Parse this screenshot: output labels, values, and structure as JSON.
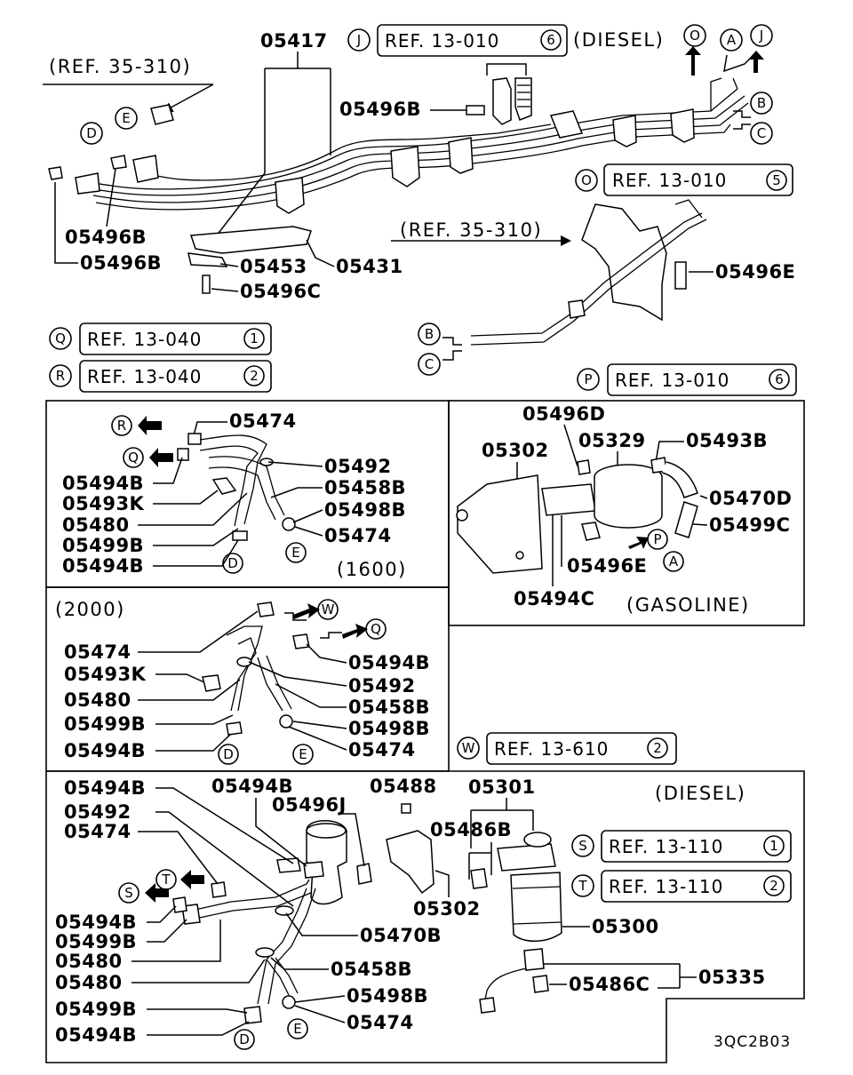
{
  "diagram": {
    "code": "3QC2B03",
    "refs": {
      "top_diesel": {
        "letter": "J",
        "text": "REF. 13-010",
        "num": "6",
        "suffix": "(DIESEL)"
      },
      "o": {
        "letter": "O",
        "text": "REF. 13-010",
        "num": "5"
      },
      "q": {
        "letter": "Q",
        "text": "REF. 13-040",
        "num": "1"
      },
      "r": {
        "letter": "R",
        "text": "REF. 13-040",
        "num": "2"
      },
      "p": {
        "letter": "P",
        "text": "REF. 13-010",
        "num": "6"
      },
      "w": {
        "letter": "W",
        "text": "REF. 13-610",
        "num": "2"
      },
      "s": {
        "letter": "S",
        "text": "REF. 13-110",
        "num": "1"
      },
      "t": {
        "letter": "T",
        "text": "REF. 13-110",
        "num": "2"
      },
      "ref35a": "(REF. 35-310)",
      "ref35b": "(REF. 35-310)"
    },
    "notes": {
      "v1600": "(1600)",
      "v2000": "(2000)",
      "gasoline": "(GASOLINE)",
      "diesel": "(DIESEL)"
    },
    "top_parts": {
      "p05417": "05417",
      "p05496b_a": "05496B",
      "p05496b_b": "05496B",
      "p05496b_c": "05496B",
      "p05453": "05453",
      "p05431": "05431",
      "p05496c": "05496C",
      "p05496e": "05496E"
    },
    "p1600": {
      "p05474a": "05474",
      "p05492": "05492",
      "p05494b_a": "05494B",
      "p05458b": "05458B",
      "p05493k": "05493K",
      "p05498b": "05498B",
      "p05480": "05480",
      "p05474b": "05474",
      "p05499b": "05499B",
      "p05494b_b": "05494B"
    },
    "gasoline": {
      "p05496d": "05496D",
      "p05302": "05302",
      "p05329": "05329",
      "p05493b": "05493B",
      "p05470d": "05470D",
      "p05499c": "05499C",
      "p05496e": "05496E",
      "p05494c": "05494C"
    },
    "p2000": {
      "p05474a": "05474",
      "p05494b_a": "05494B",
      "p05493k": "05493K",
      "p05492": "05492",
      "p05480": "05480",
      "p05458b": "05458B",
      "p05499b": "05499B",
      "p05498b": "05498B",
      "p05494b_b": "05494B",
      "p05474b": "05474"
    },
    "diesel": {
      "p05494b_a": "05494B",
      "p05494b_b": "05494B",
      "p05488": "05488",
      "p05301": "05301",
      "p05492": "05492",
      "p05496j": "05496J",
      "p05474a": "05474",
      "p05486b": "05486B",
      "p05494b_c": "05494B",
      "p05302": "05302",
      "p05499b_a": "05499B",
      "p05300": "05300",
      "p05480a": "05480",
      "p05470b": "05470B",
      "p05480b": "05480",
      "p05458b": "05458B",
      "p05335": "05335",
      "p05486c": "05486C",
      "p05499b_b": "05499B",
      "p05498b": "05498B",
      "p05494b_d": "05494B",
      "p05474b": "05474"
    },
    "letters": {
      "J": "J",
      "O": "O",
      "A": "A",
      "B": "B",
      "C": "C",
      "D": "D",
      "E": "E",
      "P": "P",
      "Q": "Q",
      "R": "R",
      "S": "S",
      "T": "T",
      "W": "W"
    }
  }
}
